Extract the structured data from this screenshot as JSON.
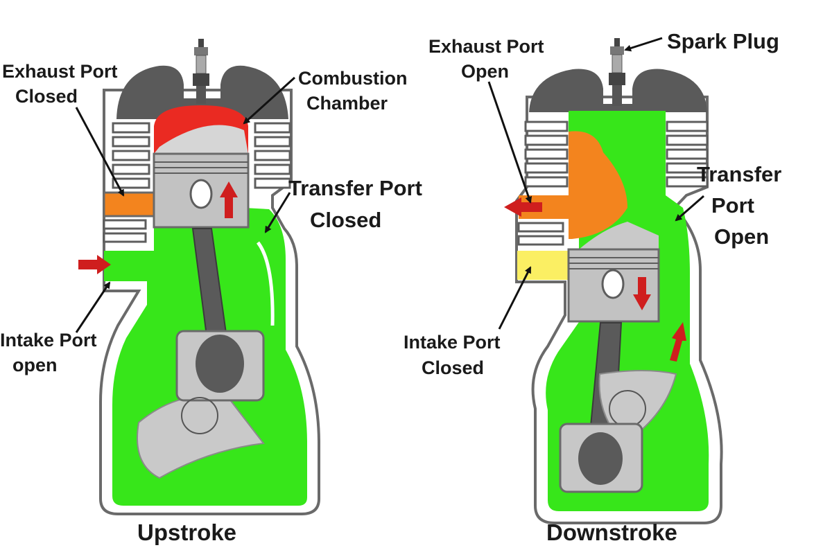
{
  "colors": {
    "fresh_charge": "#37e61a",
    "combustion": "#ea2a22",
    "exhaust_gas": "#f3841e",
    "intake_charge": "#fbef63",
    "metal_dark": "#5d5d5d",
    "metal_light": "#c2c2c2",
    "arrow": "#cf1e1e"
  },
  "icons": {
    "spark_plug": "spark-plug-icon",
    "piston": "piston-icon",
    "connecting_rod": "connecting-rod-icon",
    "crankshaft": "crankshaft-icon",
    "flow_arrow": "flow-arrow-icon"
  },
  "upstroke": {
    "title": "Upstroke",
    "exhaust_port": [
      "Exhaust Port",
      "Closed"
    ],
    "combustion_chamber": [
      "Combustion",
      "Chamber"
    ],
    "transfer_port": [
      "Transfer Port",
      "Closed"
    ],
    "intake_port": [
      "Intake Port",
      "open"
    ]
  },
  "downstroke": {
    "title": "Downstroke",
    "exhaust_port": [
      "Exhaust Port",
      "Open"
    ],
    "spark_plug": "Spark Plug",
    "transfer_port": [
      "Transfer",
      "Port",
      "Open"
    ],
    "intake_port": [
      "Intake Port",
      "Closed"
    ]
  }
}
